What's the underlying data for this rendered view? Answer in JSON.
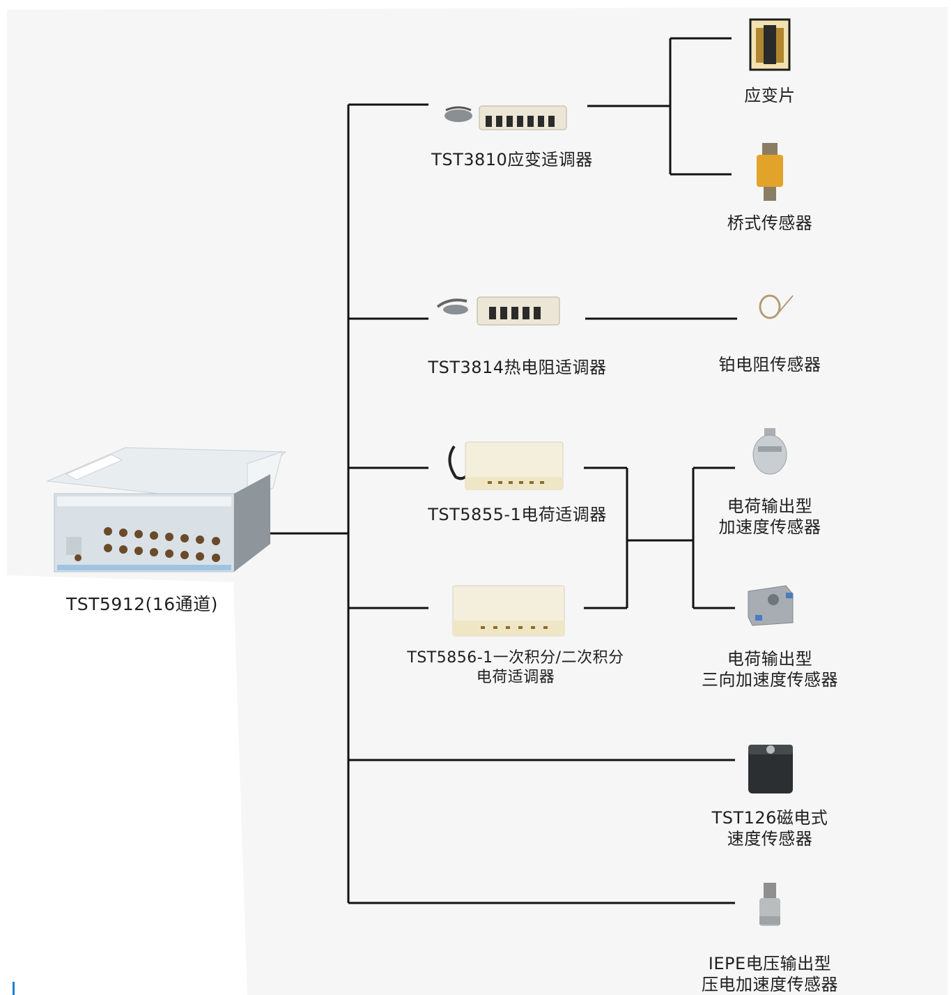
{
  "main_device": {
    "label": "TST5912(16通道)"
  },
  "conditioners": [
    {
      "id": "tst3810",
      "lines": [
        "TST3810应变适调器"
      ]
    },
    {
      "id": "tst3814",
      "lines": [
        "TST3814热电阻适调器"
      ]
    },
    {
      "id": "tst5855",
      "lines": [
        "TST5855-1电荷适调器"
      ]
    },
    {
      "id": "tst5856",
      "lines": [
        "TST5856-1一次积分/二次积分",
        "电荷适调器"
      ]
    }
  ],
  "sensors": [
    {
      "id": "strain-gauge",
      "lines": [
        "应变片"
      ]
    },
    {
      "id": "bridge",
      "lines": [
        "桥式传感器"
      ]
    },
    {
      "id": "platinum",
      "lines": [
        "铂电阻传感器"
      ]
    },
    {
      "id": "charge-accel",
      "lines": [
        "电荷输出型",
        "加速度传感器"
      ]
    },
    {
      "id": "charge-triaxial",
      "lines": [
        "电荷输出型",
        "三向加速度传感器"
      ]
    },
    {
      "id": "tst126",
      "lines": [
        "TST126磁电式",
        "速度传感器"
      ]
    },
    {
      "id": "iepe",
      "lines": [
        "IEPE电压输出型",
        "压电加速度传感器"
      ]
    }
  ],
  "colors": {
    "background": "#f6f6f6",
    "line": "#111111",
    "accent": "#1a7fd4",
    "device": "#dfe6ea"
  }
}
